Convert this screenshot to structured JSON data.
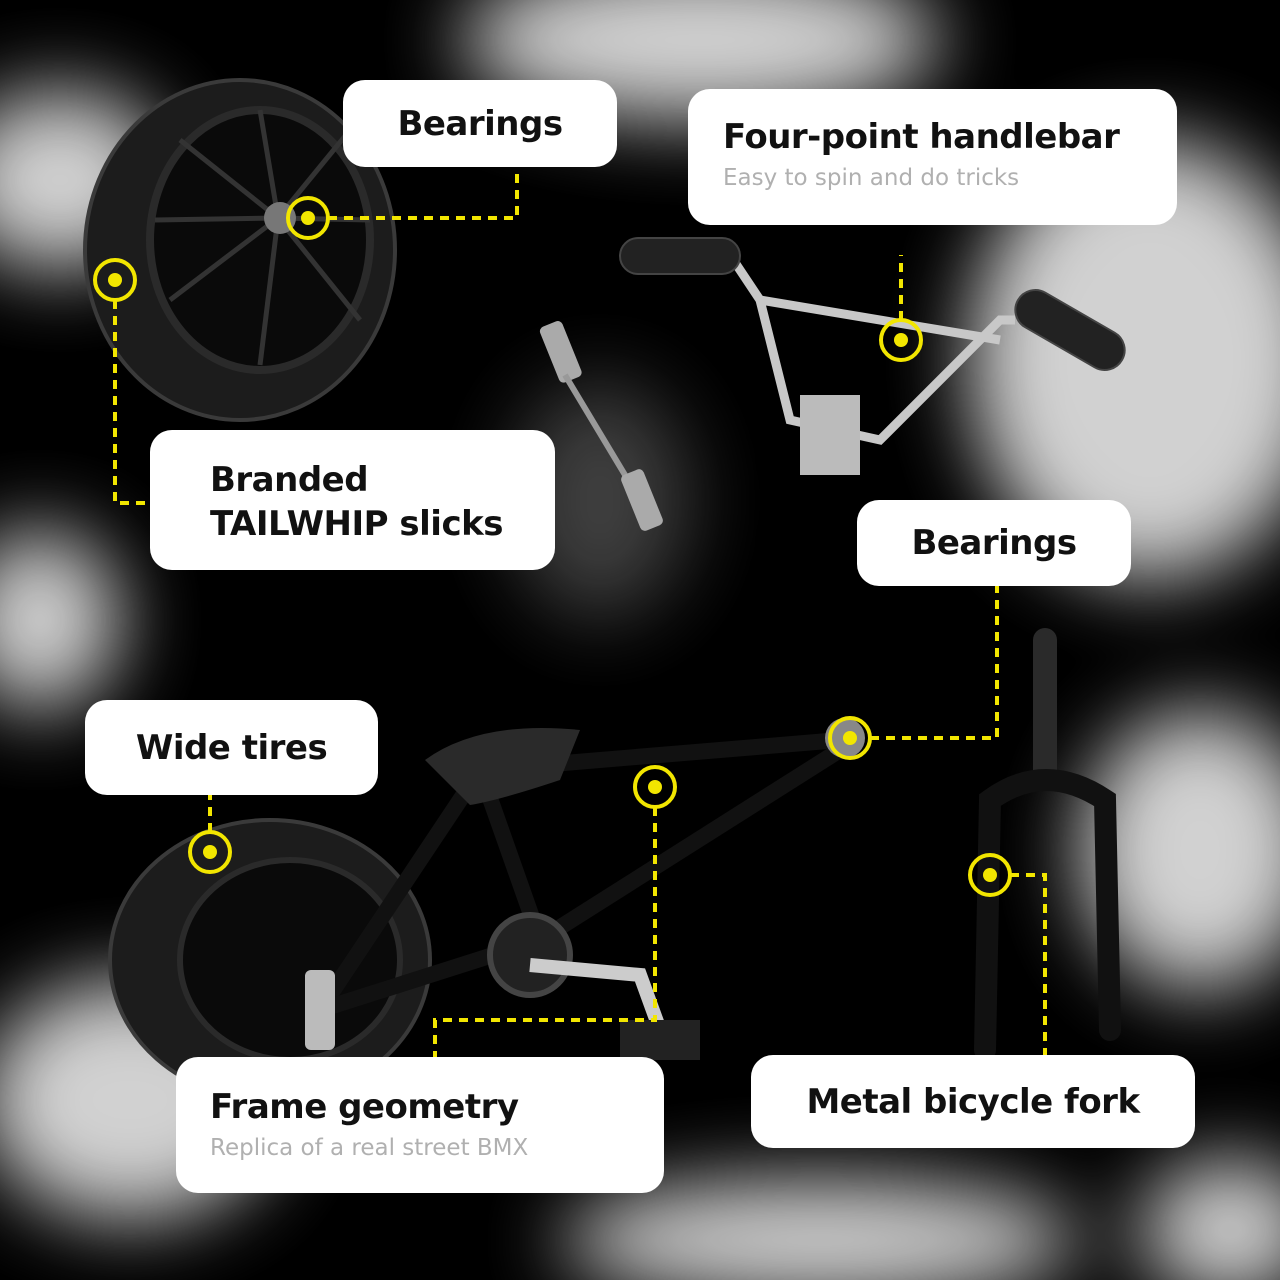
{
  "callouts": [
    {
      "title": "Bearings"
    },
    {
      "title": "Four-point handlebar",
      "subtitle": "Easy to spin and do tricks"
    },
    {
      "title": "Branded",
      "title2": "TAILWHIP slicks"
    },
    {
      "title": "Bearings"
    },
    {
      "title": "Wide tires"
    },
    {
      "title": "Frame geometry",
      "subtitle": "Replica of a real street BMX"
    },
    {
      "title": "Metal bicycle fork"
    }
  ],
  "colors": {
    "accent": "#f2e600",
    "background": "#000000",
    "card": "#ffffff"
  }
}
